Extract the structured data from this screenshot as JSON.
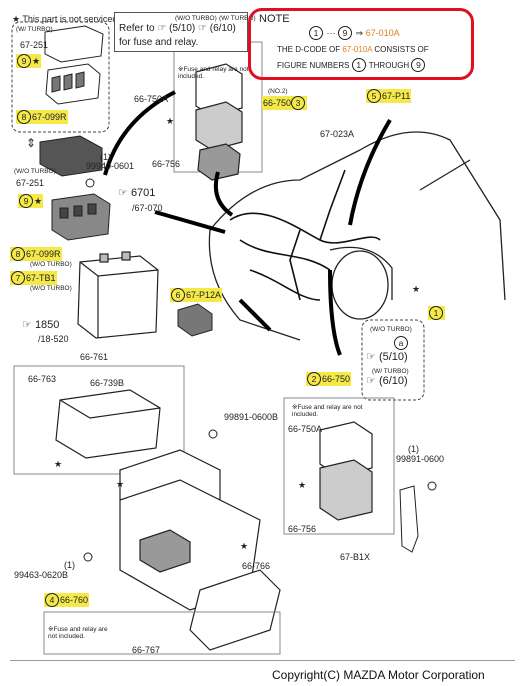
{
  "header": {
    "service_note": "★ This part is not serviced",
    "ref_text": "Refer to",
    "ref_a": "(5/10)",
    "ref_b": "(6/10)",
    "ref_tail": "for fuse and relay.",
    "wo_turbo": "(W/O TURBO)",
    "w_turbo": "(W/ TURBO)"
  },
  "note": {
    "title": "NOTE",
    "line1_from": "1",
    "line1_to": "9",
    "line1_code": "67-010A",
    "line2_pre": "THE D-CODE OF",
    "line2_code": "67-010A",
    "line2_post": "CONSISTS OF",
    "line3_pre": "FIGURE NUMBERS",
    "line3_from": "1",
    "line3_mid": "THROUGH",
    "line3_to": "9"
  },
  "labels": {
    "w_turbo_small": "(W/ TURBO)",
    "wo_turbo_small": "(W/O TURBO)",
    "no2": "(NO.2)",
    "fuse_relay_note": "※Fuse and relay are not included.",
    "p67_251a": "67-251",
    "p67_251b": "67-251",
    "p67_099r_top": "67-099R",
    "p99940": "99940-0601",
    "p6701": "6701",
    "p67_070": "/67-070",
    "p67_099r_b": "67-099R",
    "p67_tb1": "67-TB1",
    "p1850": "1850",
    "p18_520": "/18-520",
    "p66_750a_top": "66-750A",
    "p66_750_top": "66-750",
    "p66_756_top": "66-756",
    "p67_p11": "67-P11",
    "p67_023a": "67-023A",
    "p67_p12a": "67-P12A",
    "p66_761": "66-761",
    "p66_763": "66-763",
    "p66_739b": "66-739B",
    "p99891_b": "99891-0600B",
    "p66_750_bot": "66-750",
    "p66_750a_bot": "66-750A",
    "p66_756_bot": "66-756",
    "p99891": "99891-0600",
    "p67_b1x": "67-B1X",
    "p99463": "99463-0620B",
    "p66_760": "66-760",
    "p66_766": "66-766",
    "p66_767": "66-767",
    "qty1": "(1)",
    "a_label": "a",
    "ref_5_10": "(5/10)",
    "ref_6_10": "(6/10)",
    "star": "★"
  },
  "callouts": {
    "c1": "1",
    "c2": "2",
    "c3": "3",
    "c4": "4",
    "c5": "5",
    "c6": "6",
    "c7": "7",
    "c8": "8",
    "c9": "9"
  },
  "footer": {
    "copyright": "Copyright(C) MAZDA Motor Corporation"
  },
  "colors": {
    "highlight": "#f5e94a",
    "note_border": "#e01020",
    "code_orange": "#e08020"
  }
}
